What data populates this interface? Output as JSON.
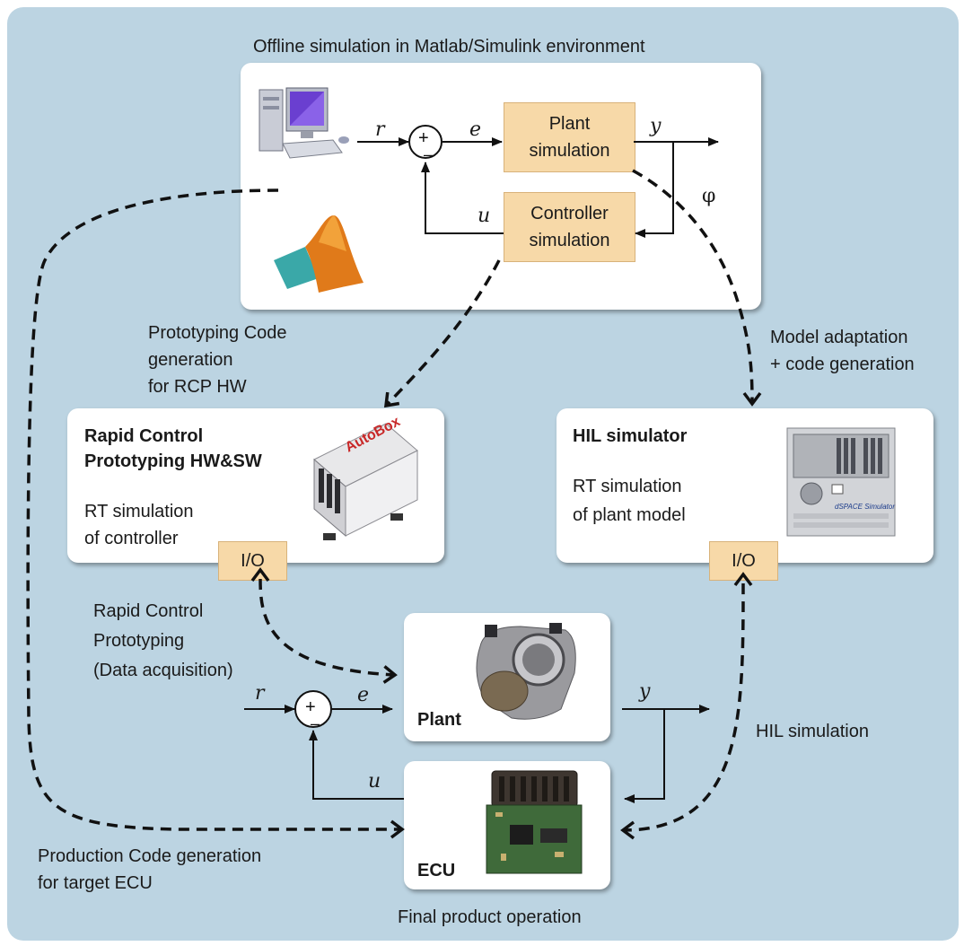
{
  "title": "Offline simulation in Matlab/Simulink environment",
  "offline": {
    "plant_block": "Plant simulation",
    "controller_block": "Controller simulation",
    "signal_r": "r",
    "signal_e": "e",
    "signal_y": "y",
    "signal_u": "u",
    "signal_phi": "φ",
    "sum_symbol": "+",
    "sum_minus": "–"
  },
  "labels": {
    "prototyping_code": [
      "Prototyping Code",
      "generation",
      "for RCP HW"
    ],
    "model_adaptation": [
      "Model adaptation",
      "+ code generation"
    ],
    "rcp_loop": [
      "Rapid Control",
      "Prototyping",
      "(Data acquisition)"
    ],
    "hil_simulation": "HIL simulation",
    "production_code": [
      "Production Code generation",
      "for target ECU"
    ],
    "final_product": "Final product operation"
  },
  "rcp": {
    "title": [
      "Rapid Control",
      "Prototyping HW&SW"
    ],
    "desc": [
      "RT simulation",
      "of controller"
    ],
    "io": "I/O",
    "image_text": "AutoBox"
  },
  "hil": {
    "title": "HIL simulator",
    "desc": [
      "RT simulation",
      "of plant model"
    ],
    "io": "I/O",
    "image_text": "dSPACE Simulator"
  },
  "bottom_loop": {
    "plant": "Plant",
    "ecu": "ECU",
    "signal_r": "r",
    "signal_e": "e",
    "signal_y": "y",
    "signal_u": "u",
    "sum_symbol": "+",
    "sum_minus": "–"
  }
}
